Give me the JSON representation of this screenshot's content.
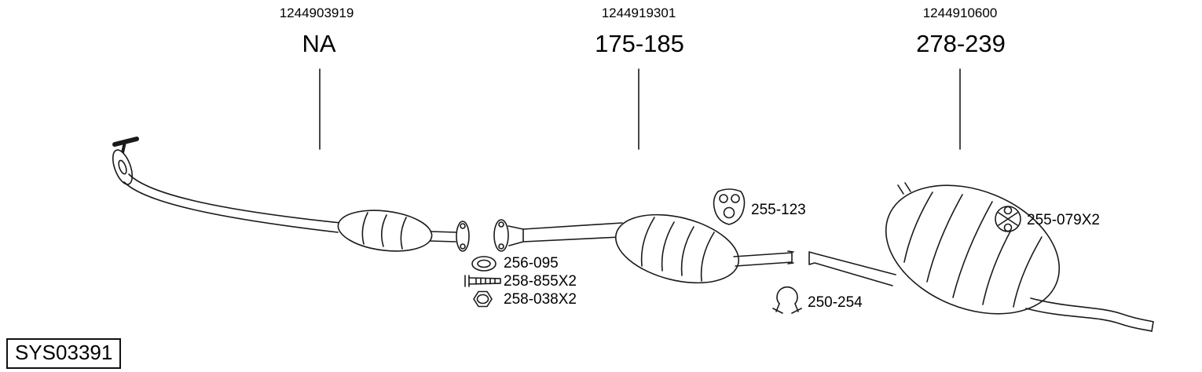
{
  "header": {
    "groups": [
      {
        "oe_number": "1244903919",
        "range": "NA"
      },
      {
        "oe_number": "1244919301",
        "range": "175-185"
      },
      {
        "oe_number": "1244910600",
        "range": "278-239"
      }
    ]
  },
  "callouts": {
    "hanger_mid": "255-123",
    "gasket": "256-095",
    "bolt": "258-855X2",
    "nut": "258-038X2",
    "clamp": "250-254",
    "hanger_rear": "255-079X2"
  },
  "footer": {
    "system_id": "SYS03391"
  }
}
